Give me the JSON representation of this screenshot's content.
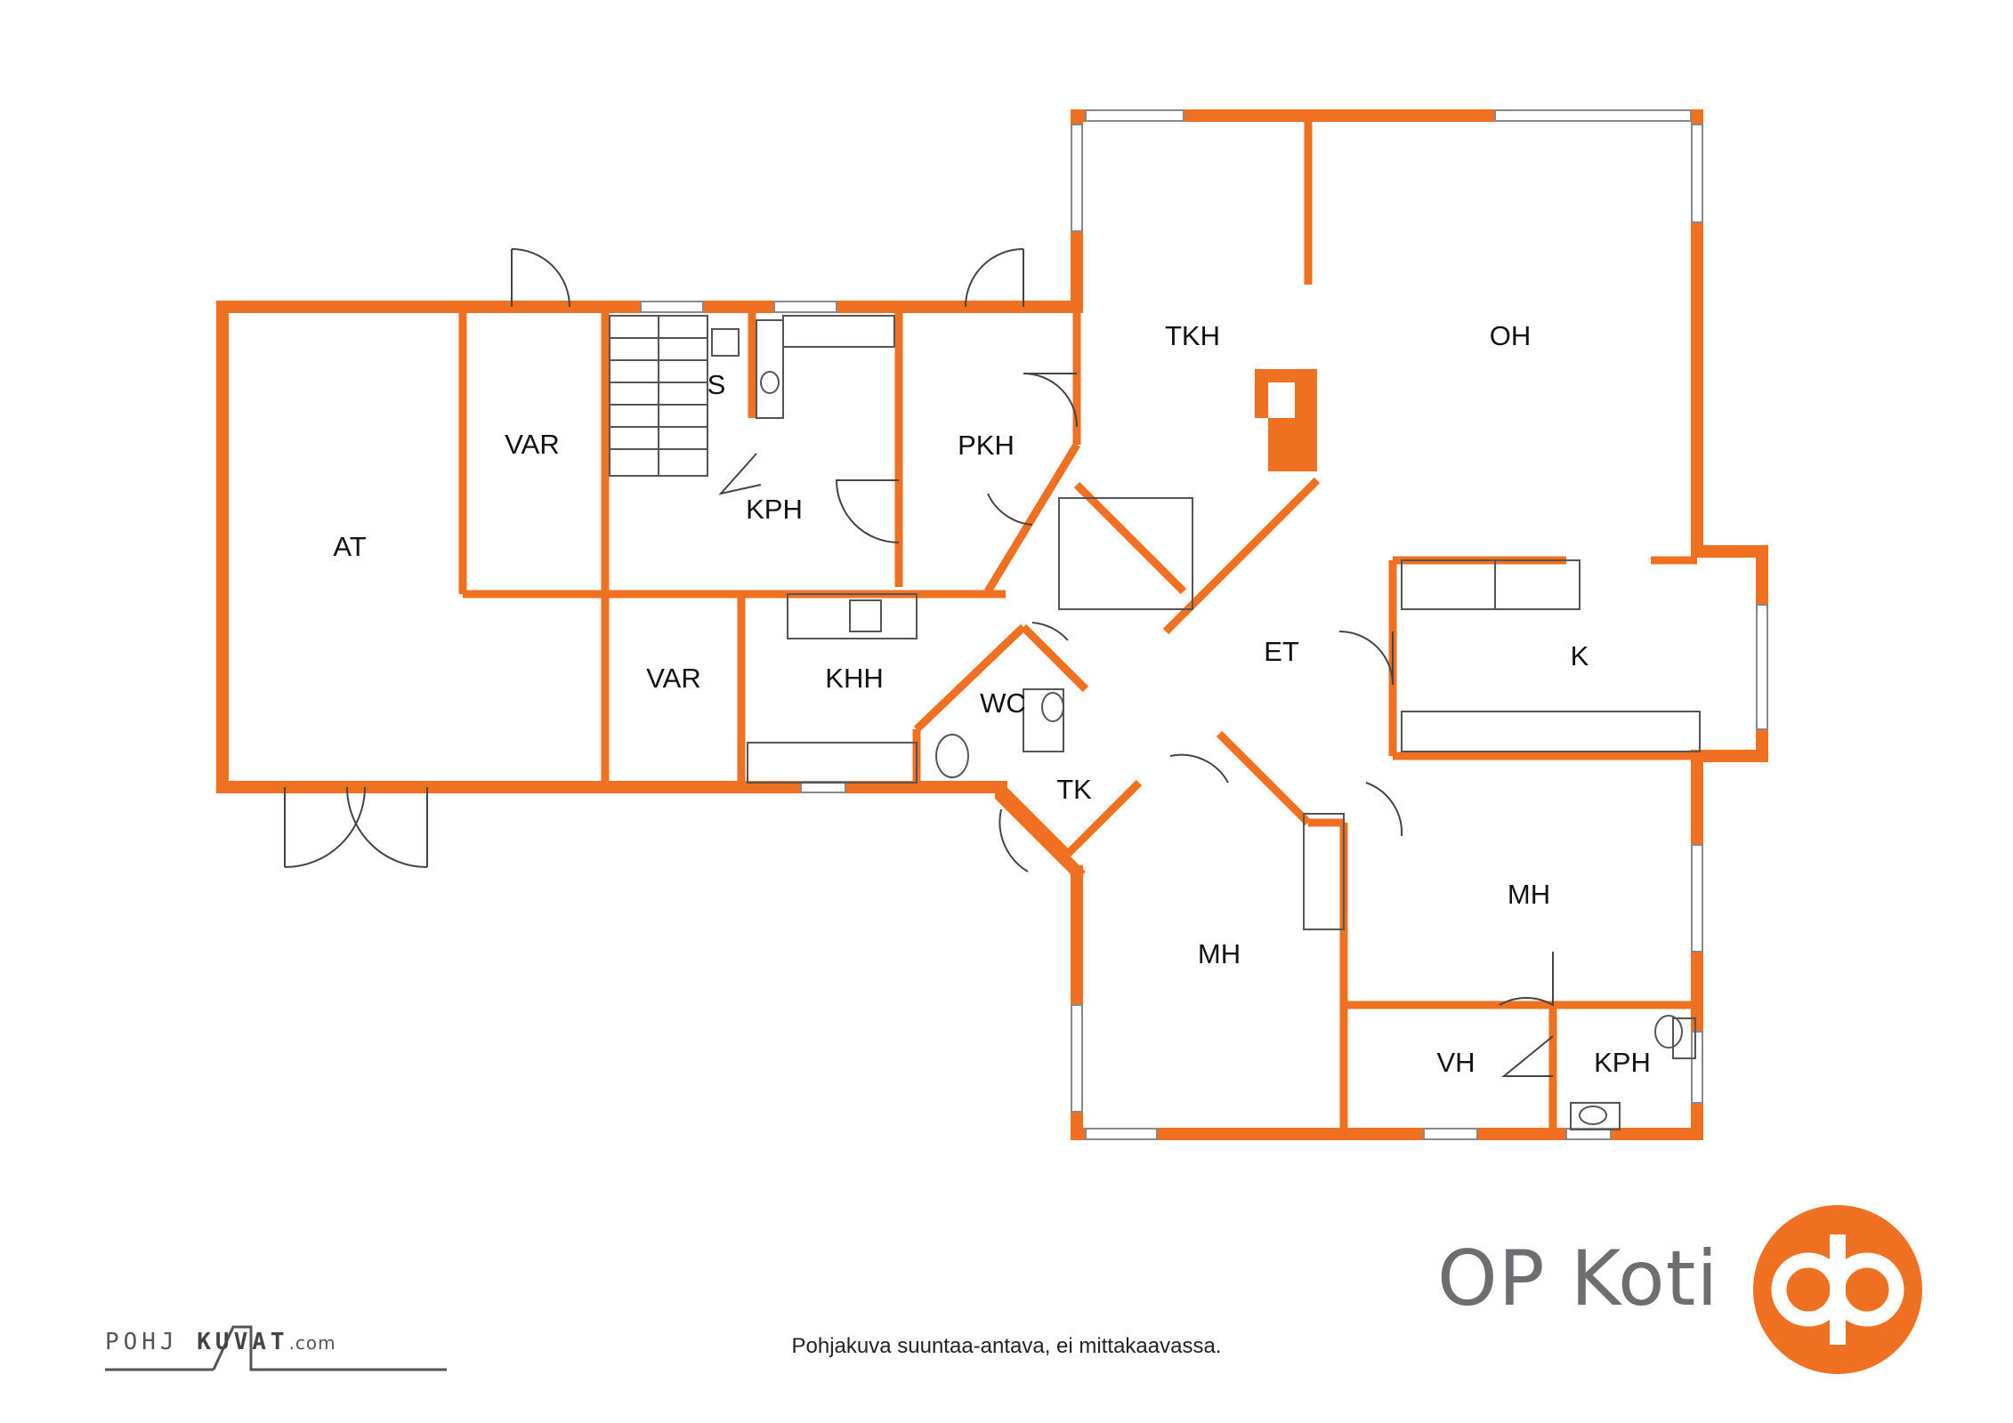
{
  "rooms": {
    "at": "AT",
    "var1": "VAR",
    "s": "S",
    "kph1": "KPH",
    "pkh": "PKH",
    "tkh": "TKH",
    "oh": "OH",
    "var2": "VAR",
    "khh": "KHH",
    "wc": "WC",
    "tk": "TK",
    "et": "ET",
    "k": "K",
    "mh1": "MH",
    "mh2": "MH",
    "vh": "VH",
    "kph2": "KPH"
  },
  "caption": "Pohjakuva suuntaa-antava, ei mittakaavassa.",
  "brand": {
    "name": "OP Koti",
    "logo": "op-logo"
  },
  "credit": {
    "pre": "POHJ",
    "post": "KUVAT",
    "domain": ".com"
  },
  "colors": {
    "wall": "#f07022",
    "fixture": "#555555",
    "logo": "#f07022"
  }
}
